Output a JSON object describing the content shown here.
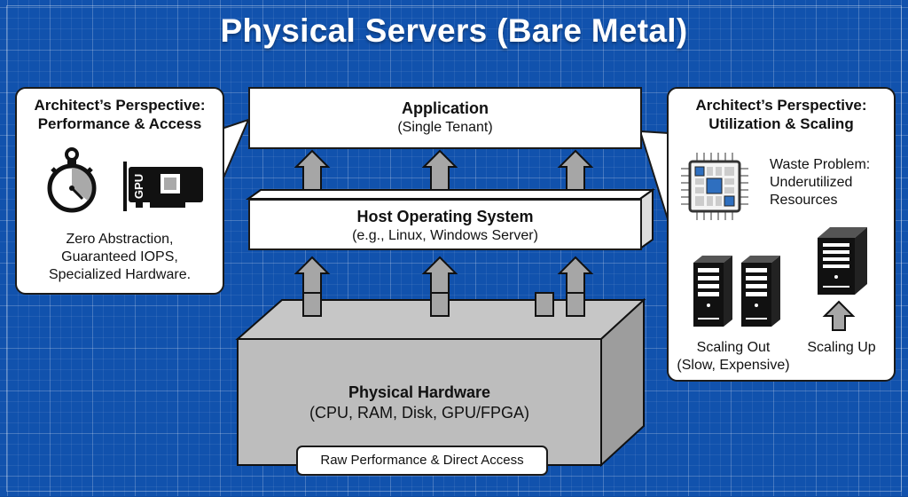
{
  "title": "Physical Servers (Bare Metal)",
  "left_panel": {
    "title_line1": "Architect’s Perspective:",
    "title_line2": "Performance & Access",
    "icons": [
      "stopwatch-icon",
      "gpu-card-icon"
    ],
    "gpu_label": "GPU",
    "desc_line1": "Zero Abstraction,",
    "desc_line2": "Guaranteed IOPS,",
    "desc_line3": "Specialized Hardware."
  },
  "right_panel": {
    "title_line1": "Architect’s Perspective:",
    "title_line2": "Utilization & Scaling",
    "waste_line1": "Waste Problem:",
    "waste_line2": "Underutilized",
    "waste_line3": "Resources",
    "scaling_out_line1": "Scaling Out",
    "scaling_out_line2": "(Slow, Expensive)",
    "scaling_up": "Scaling Up"
  },
  "layers": {
    "application": {
      "title": "Application",
      "subtitle": "(Single Tenant)"
    },
    "host_os": {
      "title": "Host Operating System",
      "subtitle": "(e.g., Linux, Windows Server)"
    },
    "hardware": {
      "title": "Physical Hardware",
      "subtitle": "(CPU, RAM, Disk, GPU/FPGA)",
      "badge": "Raw Performance & Direct Access"
    }
  },
  "colors": {
    "background": "#1152ad",
    "accent_blue": "#2f6fbf",
    "arrow_gray": "#a6a6a6",
    "hardware_gray": "#bdbdbd"
  }
}
